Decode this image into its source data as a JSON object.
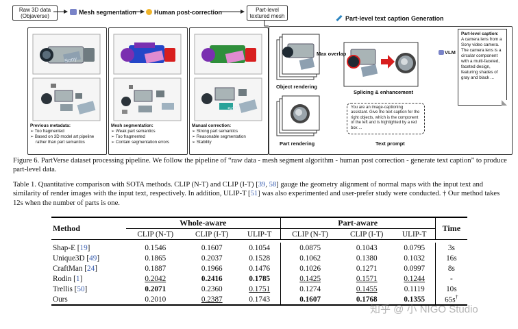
{
  "figure": {
    "raw_data_label": "Raw 3D data\n(Objaverse)",
    "stage_mesh_seg": "Mesh segmentation",
    "stage_human": "Human post-correction",
    "stage_part_level": "Part-level\ntextured mesh",
    "stage_caption": "Part-level text caption Generation",
    "prev_meta_title": "Previous metadata:",
    "prev_meta_items": [
      "Too fragmented",
      "Based on 3D model art pipeline rather than part semantics"
    ],
    "mesh_seg_title": "Mesh segmentation:",
    "mesh_seg_items": [
      "Weak part semantics",
      "Too fragmented",
      "Contain segmentation errors"
    ],
    "manual_title": "Manual correction:",
    "manual_items": [
      "Strong part semantics",
      "Reasonable segmentation",
      "Stability"
    ],
    "max_overlap": "Max overlap",
    "object_rendering": "Object rendering",
    "part_rendering": "Part rendering",
    "splicing": "Splicing & enhancement",
    "text_prompt_label": "Text prompt",
    "text_prompt": "You are an image-captioning assistant. Give the text caption for the right objects, which is the component of the left and is highlighted by a red box ...",
    "vlm": "VLM",
    "caption_title": "Part-level caption:",
    "caption_body": "A camera lens from a Sony video camera. The camera lens is a circular component with a multi-faceted, faceted design, featuring shades of gray and black ...",
    "sony_text": "Sony",
    "colors": {
      "red": "#d81e1e",
      "purple": "#7a2fb0",
      "blue": "#2446c8",
      "green": "#2f8f3b",
      "pink": "#e08bd0",
      "teal": "#2aa39a",
      "camera_gray": "#a9b4b6"
    }
  },
  "fig_caption": "Figure 6. PartVerse dataset processing pipeline. We follow the pipeline of “raw data - mesh segment algorithm - human post correction - generate text caption” to produce part-level data.",
  "table_caption": {
    "p1": "Table 1. Quantitative comparison with SOTA methods. CLIP (N-T) and CLIP (I-T) [",
    "c1": "39",
    "p2": ", ",
    "c2": "58",
    "p3": "] gauge the geometry alignment of normal maps with the input text and similarity of render images with the input text, respectively. In addition, ULIP-T [",
    "c3": "51",
    "p4": "] was also experimented and user-prefer study were conducted. † Our method takes 12s when the number of parts is one."
  },
  "table": {
    "method_header": "Method",
    "whole_aware": "Whole-aware",
    "part_aware": "Part-aware",
    "time_header": "Time",
    "sub_headers": [
      "CLIP (N-T)",
      "CLIP (I-T)",
      "ULIP-T",
      "CLIP (N-T)",
      "CLIP (I-T)",
      "ULIP-T"
    ],
    "rows": [
      {
        "name": "Shap-E [",
        "cite": "19",
        "close": "]",
        "values": [
          "0.1546",
          "0.1607",
          "0.1054",
          "0.0875",
          "0.1043",
          "0.0795"
        ],
        "time": "3s"
      },
      {
        "name": "Unique3D [",
        "cite": "49",
        "close": "]",
        "values": [
          "0.1865",
          "0.2037",
          "0.1528",
          "0.1062",
          "0.1380",
          "0.1032"
        ],
        "time": "16s"
      },
      {
        "name": "CraftMan [",
        "cite": "24",
        "close": "]",
        "values": [
          "0.1887",
          "0.1966",
          "0.1476",
          "0.1026",
          "0.1271",
          "0.0997"
        ],
        "time": "8s"
      },
      {
        "name": "Rodin [",
        "cite": "1",
        "close": "]",
        "values": [
          "0.2042",
          "0.2416",
          "0.1785",
          "0.1425",
          "0.1571",
          "0.1244"
        ],
        "time": "-"
      },
      {
        "name": "Trellis [",
        "cite": "50",
        "close": "]",
        "values": [
          "0.2071",
          "0.2360",
          "0.1751",
          "0.1274",
          "0.1455",
          "0.1119"
        ],
        "time": "10s"
      },
      {
        "name": "Ours",
        "cite": "",
        "close": "",
        "values": [
          "0.2010",
          "0.2387",
          "0.1743",
          "0.1607",
          "0.1768",
          "0.1355"
        ],
        "time": "65s"
      }
    ],
    "time_dagger": "†"
  },
  "watermark": "知乎 @ 小 NIGO Studio"
}
